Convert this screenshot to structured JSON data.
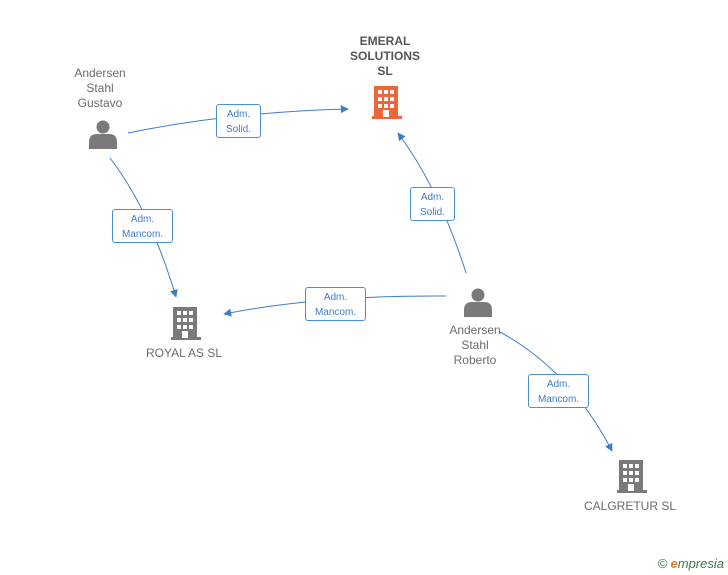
{
  "colors": {
    "edge": "#3d7cc9",
    "person": "#7a7a7a",
    "company": "#7a7a7a",
    "highlight_company": "#f0643a"
  },
  "nodes": {
    "gustavo": {
      "label": "Andersen\nStahl\nGustavo",
      "icon": "person-icon"
    },
    "emeral": {
      "label": "EMERAL\nSOLUTIONS\nSL",
      "icon": "building-icon"
    },
    "roberto": {
      "label": "Andersen\nStahl\nRoberto",
      "icon": "person-icon"
    },
    "royal": {
      "label": "ROYAL AS  SL",
      "icon": "building-icon"
    },
    "calgretur": {
      "label": "CALGRETUR SL",
      "icon": "building-icon"
    }
  },
  "edges": {
    "gustavo_emeral": "Adm.\nSolid.",
    "gustavo_royal": "Adm.\nMancom.",
    "roberto_emeral": "Adm.\nSolid.",
    "roberto_royal": "Adm.\nMancom.",
    "roberto_calgretur": "Adm.\nMancom."
  },
  "brand": {
    "copyright": "©",
    "first_letter": "e",
    "rest": "mpresia"
  }
}
